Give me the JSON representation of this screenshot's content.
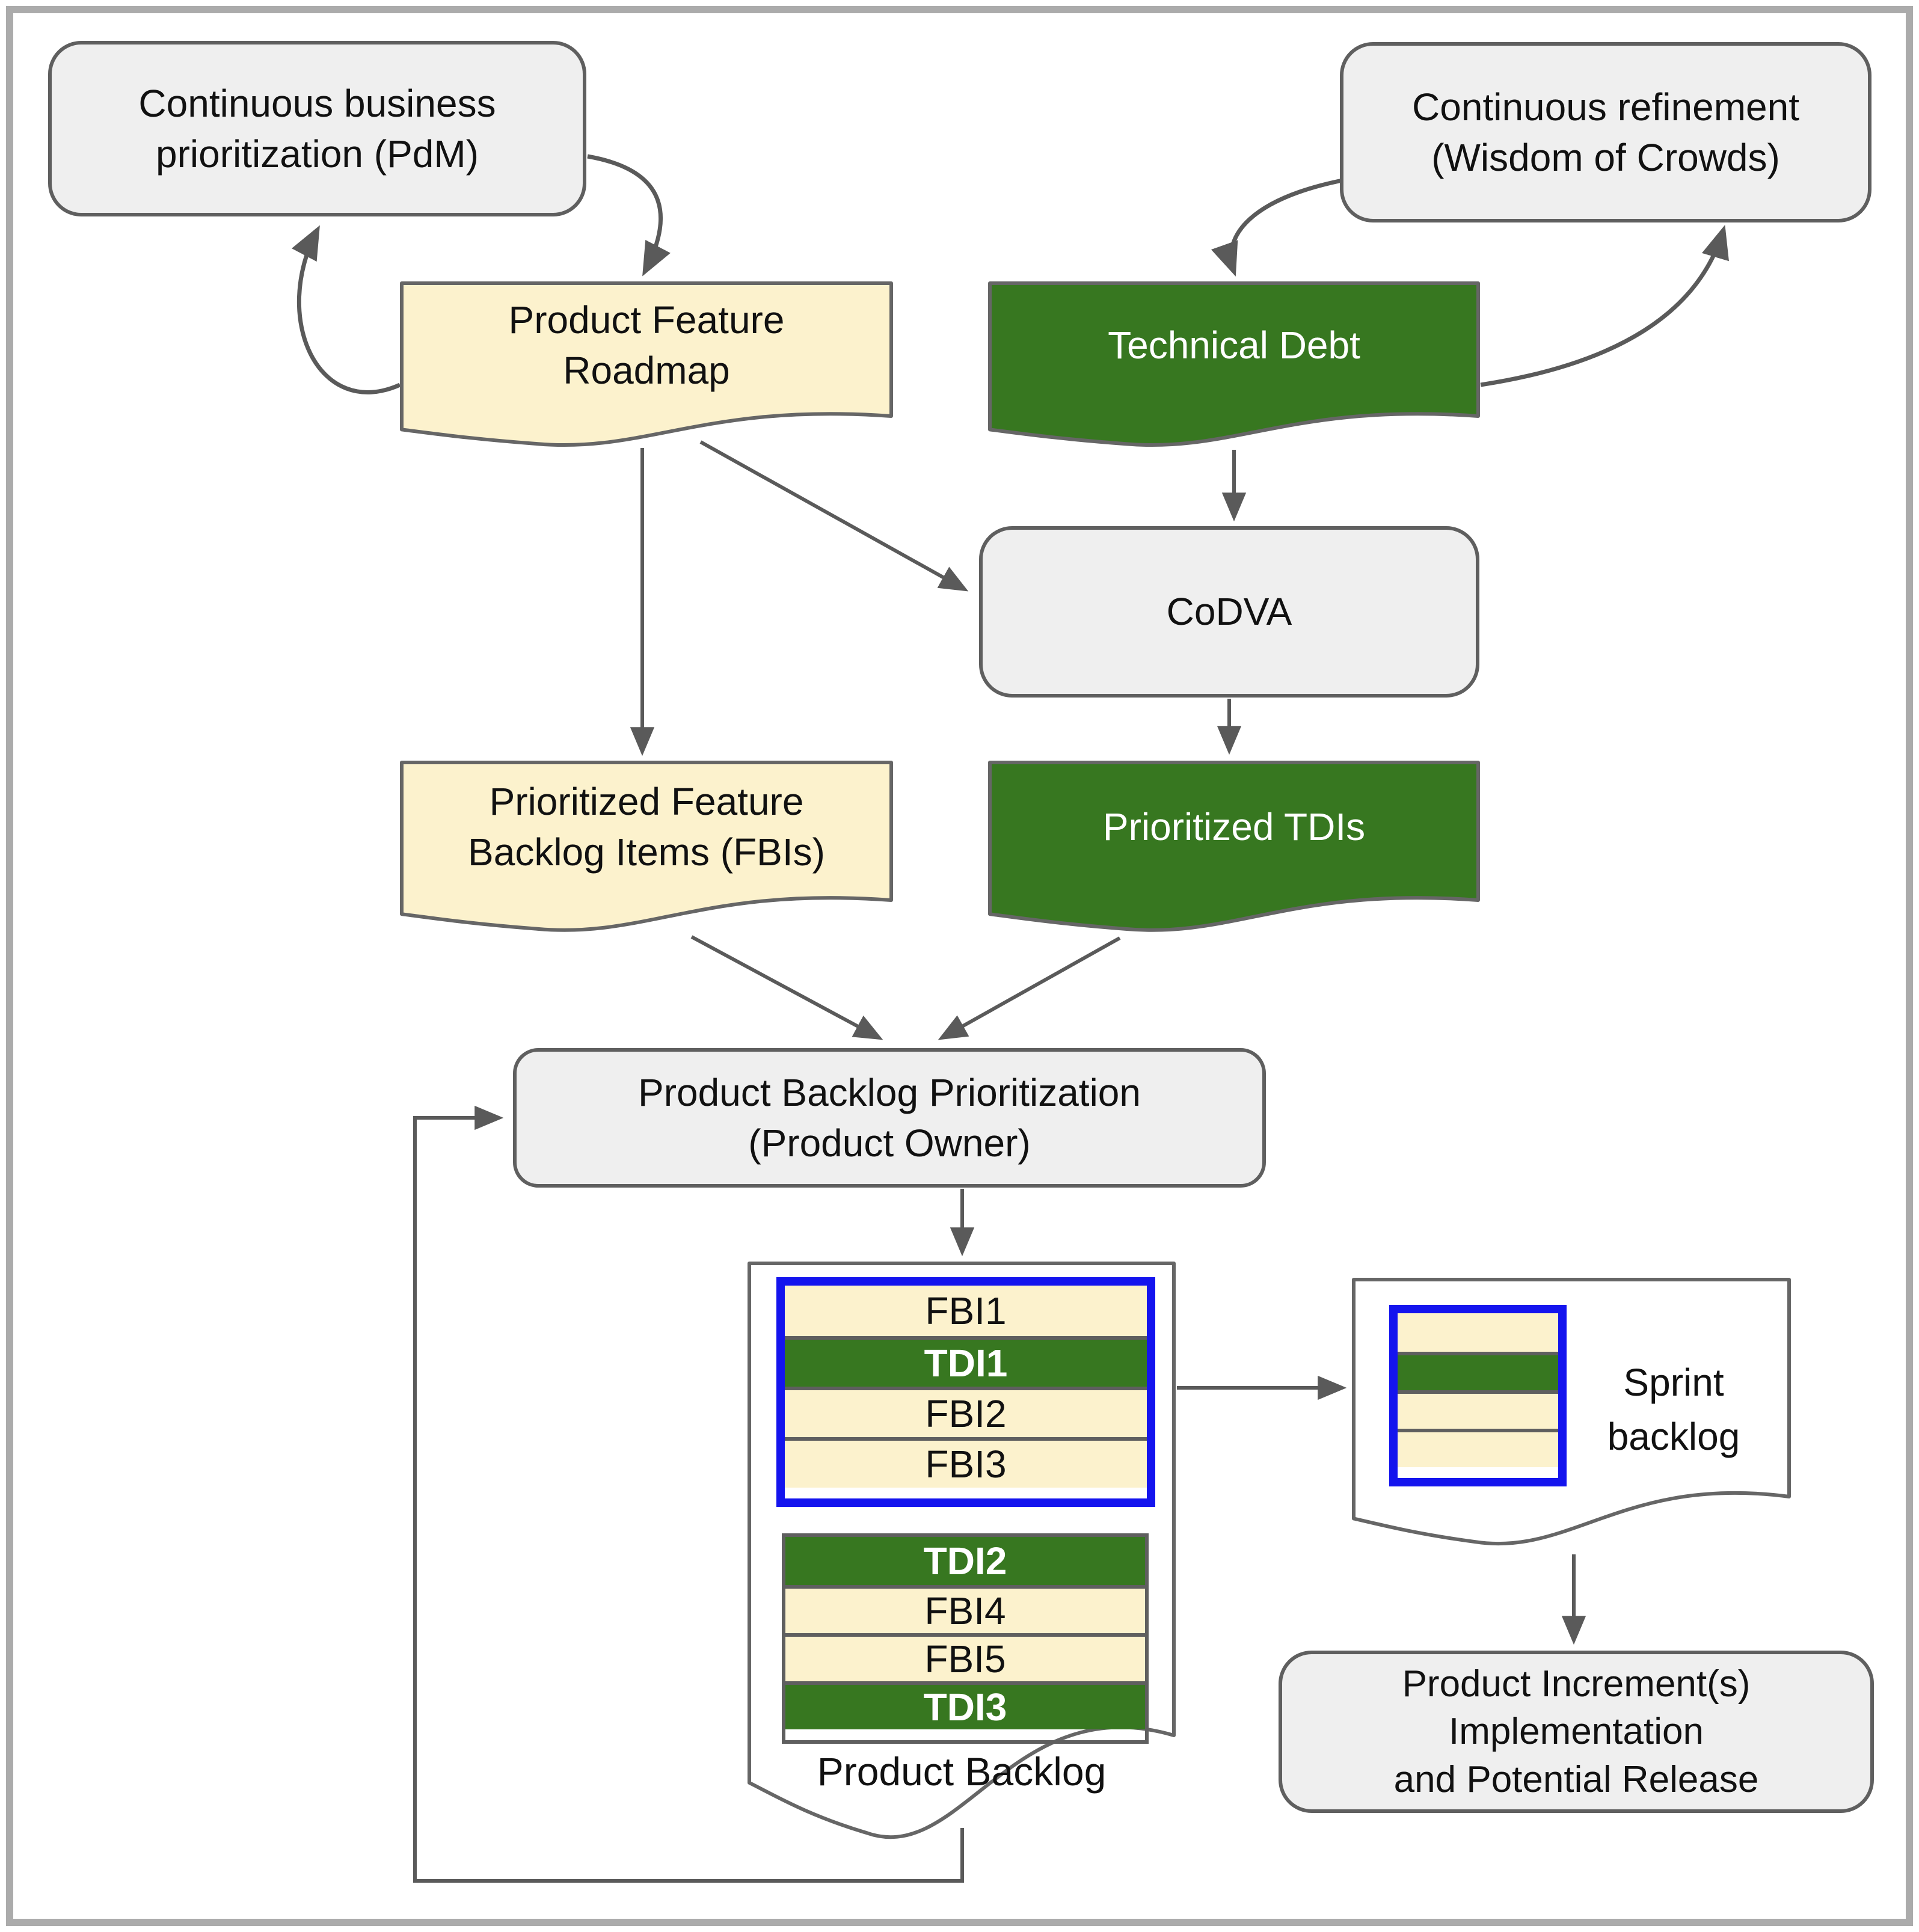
{
  "colors": {
    "green": "#377720",
    "cream": "#fcf2cd",
    "box_fill": "#efefef",
    "border_gray": "#5f5f5f",
    "doc_border": "#666666",
    "blue_highlight": "#1414ee",
    "arrow_gray": "#5a5a5a",
    "white": "#ffffff",
    "text_dark": "#111111",
    "frame_gray": "#ababab"
  },
  "nodes": {
    "continuous_business": {
      "label": "Continuous business\nprioritization (PdM)"
    },
    "continuous_refinement": {
      "label": "Continuous refinement\n(Wisdom of Crowds)"
    },
    "product_feature_roadmap": {
      "label": "Product Feature\nRoadmap"
    },
    "technical_debt": {
      "label": "Technical Debt"
    },
    "codva": {
      "label": "CoDVA"
    },
    "prioritized_fbis": {
      "label": "Prioritized Feature\nBacklog Items (FBIs)"
    },
    "prioritized_tdis": {
      "label": "Prioritized TDIs"
    },
    "product_backlog_prioritization": {
      "label": "Product Backlog Prioritization\n(Product Owner)"
    },
    "product_increment": {
      "label": "Product Increment(s)\nImplementation\nand Potential Release"
    },
    "sprint_backlog": {
      "label": "Sprint\nbacklog"
    }
  },
  "product_backlog": {
    "caption": "Product Backlog",
    "sprint_selection": [
      {
        "text": "FBI1",
        "type": "fbi"
      },
      {
        "text": "TDI1",
        "type": "tdi"
      },
      {
        "text": "FBI2",
        "type": "fbi"
      },
      {
        "text": "FBI3",
        "type": "fbi"
      }
    ],
    "remaining": [
      {
        "text": "TDI2",
        "type": "tdi"
      },
      {
        "text": "FBI4",
        "type": "fbi"
      },
      {
        "text": "FBI5",
        "type": "fbi"
      },
      {
        "text": "TDI3",
        "type": "tdi"
      }
    ]
  },
  "sprint_preview_bars": [
    "fbi",
    "tdi",
    "fbi",
    "fbi"
  ]
}
